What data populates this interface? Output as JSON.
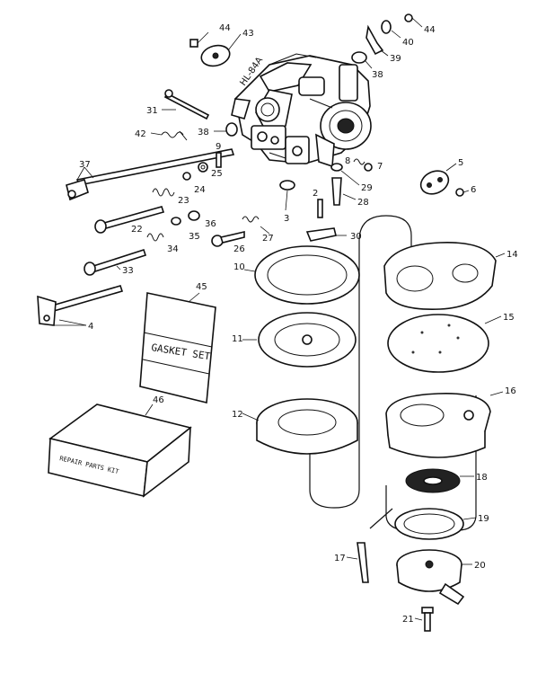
{
  "diagram": {
    "callouts": {
      "p2": "2",
      "p3": "3",
      "p4": "4",
      "p5": "5",
      "p6": "6",
      "p7": "7",
      "p8": "8",
      "p9": "9",
      "p10": "10",
      "p11": "11",
      "p12": "12",
      "p14": "14",
      "p15": "15",
      "p16": "16",
      "p17": "17",
      "p18": "18",
      "p19": "19",
      "p20": "20",
      "p21": "21",
      "p22": "22",
      "p23": "23",
      "p24": "24",
      "p25": "25",
      "p26": "26",
      "p27": "27",
      "p28": "28",
      "p29": "29",
      "p30": "30",
      "p31": "31",
      "p33": "33",
      "p34": "34",
      "p35": "35",
      "p36": "36",
      "p37": "37",
      "p38a": "38",
      "p38b": "38",
      "p39": "39",
      "p40": "40",
      "p42": "42",
      "p43": "43",
      "p44a": "44",
      "p44b": "44",
      "p45": "45",
      "p46": "46"
    },
    "gasket_set_label": "GASKET SET",
    "repair_kit_label": "REPAIR PARTS KIT",
    "carb_marking": "HL-84A",
    "colors": {
      "ink": "#111111",
      "paper": "#ffffff"
    }
  }
}
